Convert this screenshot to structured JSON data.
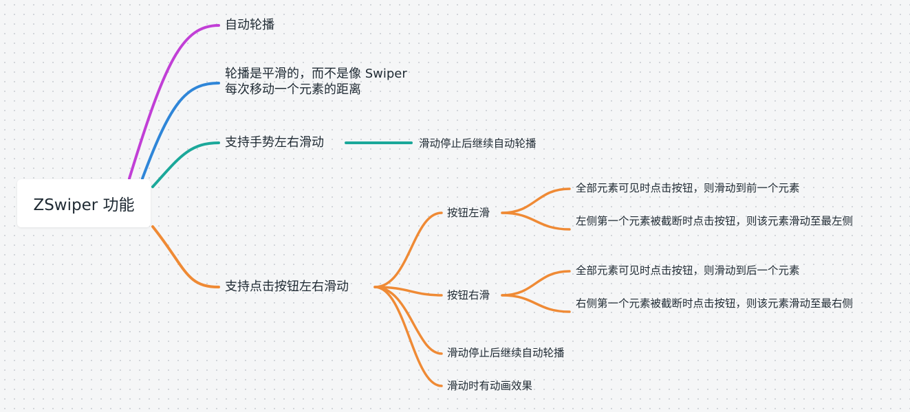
{
  "root": {
    "label": "ZSwiper 功能"
  },
  "branches": {
    "autoplay": {
      "label": "自动轮播",
      "color": "#c13fd6"
    },
    "smooth": {
      "line1": "轮播是平滑的，而不是像 Swiper",
      "line2": "每次移动一个元素的距离",
      "color": "#2f86d8"
    },
    "gesture": {
      "label": "支持手势左右滑动",
      "color": "#1ba89a",
      "children": [
        {
          "label": "滑动停止后继续自动轮播"
        }
      ]
    },
    "button": {
      "label": "支持点击按钮左右滑动",
      "color": "#ef8a35",
      "children": [
        {
          "label": "按钮左滑",
          "children": [
            {
              "label": "全部元素可见时点击按钮，则滑动到前一个元素"
            },
            {
              "label": "左侧第一个元素被截断时点击按钮，则该元素滑动至最左侧"
            }
          ]
        },
        {
          "label": "按钮右滑",
          "children": [
            {
              "label": "全部元素可见时点击按钮，则滑动到后一个元素"
            },
            {
              "label": "右侧第一个元素被截断时点击按钮，则该元素滑动至最右侧"
            }
          ]
        },
        {
          "label": "滑动停止后继续自动轮播"
        },
        {
          "label": "滑动时有动画效果"
        }
      ]
    }
  }
}
